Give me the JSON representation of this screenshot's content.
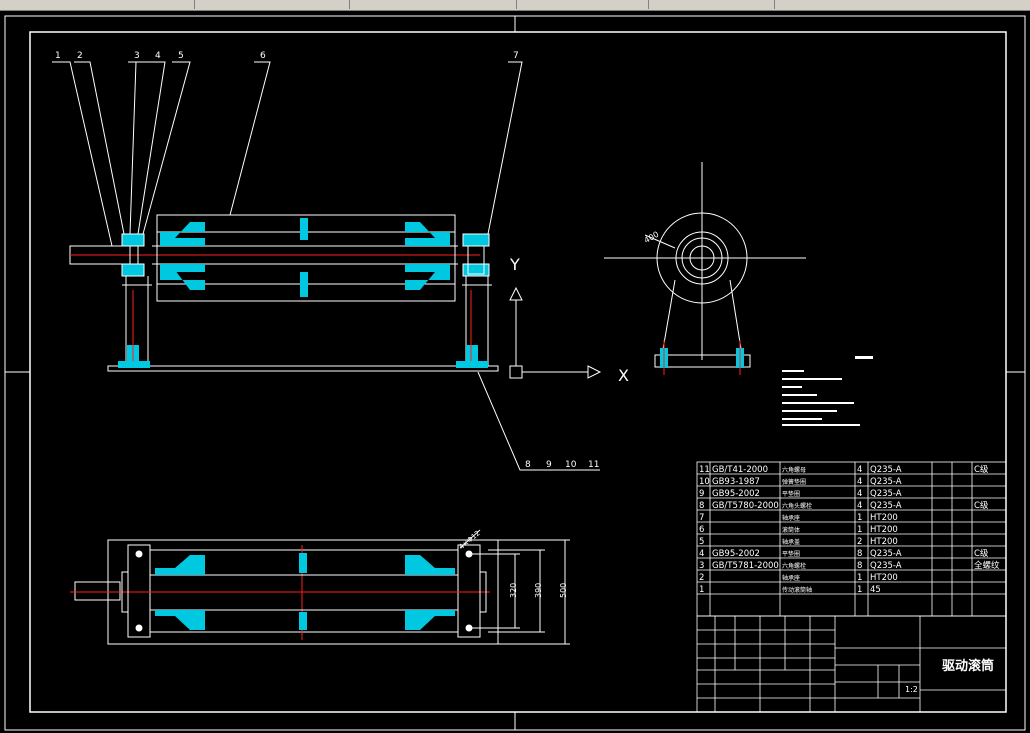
{
  "toolbar": {
    "segments": [
      "",
      "",
      "",
      "",
      ""
    ]
  },
  "drawing": {
    "title": "驱动滚筒",
    "scale": "1:2",
    "callouts_top": [
      "1",
      "2",
      "3",
      "4",
      "5",
      "6",
      "7"
    ],
    "callouts_bottom": [
      "8",
      "9",
      "10",
      "11"
    ],
    "axis_y": "Y",
    "axis_x": "X",
    "dim_400": "400",
    "dim_4x12": "4×Φ12",
    "dim_320": "320",
    "dim_390": "390",
    "dim_500": "500"
  },
  "bom": {
    "rows": [
      {
        "no": "11",
        "code": "GB/T41-2000",
        "name": "六角螺母",
        "qty": "4",
        "mat": "Q235-A",
        "note": "C级"
      },
      {
        "no": "10",
        "code": "GB93-1987",
        "name": "弹簧垫圈",
        "qty": "4",
        "mat": "Q235-A",
        "note": ""
      },
      {
        "no": "9",
        "code": "GB95-2002",
        "name": "平垫圈",
        "qty": "4",
        "mat": "Q235-A",
        "note": ""
      },
      {
        "no": "8",
        "code": "GB/T5780-2000",
        "name": "六角头螺栓",
        "qty": "4",
        "mat": "Q235-A",
        "note": "C级"
      },
      {
        "no": "7",
        "code": "",
        "name": "轴承座",
        "qty": "1",
        "mat": "HT200",
        "note": ""
      },
      {
        "no": "6",
        "code": "",
        "name": "滚筒体",
        "qty": "1",
        "mat": "HT200",
        "note": ""
      },
      {
        "no": "5",
        "code": "",
        "name": "轴承盖",
        "qty": "2",
        "mat": "HT200",
        "note": ""
      },
      {
        "no": "4",
        "code": "GB95-2002",
        "name": "平垫圈",
        "qty": "8",
        "mat": "Q235-A",
        "note": "C级"
      },
      {
        "no": "3",
        "code": "GB/T5781-2000",
        "name": "六角螺栓",
        "qty": "8",
        "mat": "Q235-A",
        "note": "全螺纹"
      },
      {
        "no": "2",
        "code": "",
        "name": "轴承座",
        "qty": "1",
        "mat": "HT200",
        "note": ""
      },
      {
        "no": "1",
        "code": "",
        "name": "传动滚筒轴",
        "qty": "1",
        "mat": "45",
        "note": ""
      }
    ]
  },
  "colors": {
    "line": "#ffffff",
    "hatch": "#00e5ff",
    "center": "#ff2020",
    "bg": "#000000"
  }
}
